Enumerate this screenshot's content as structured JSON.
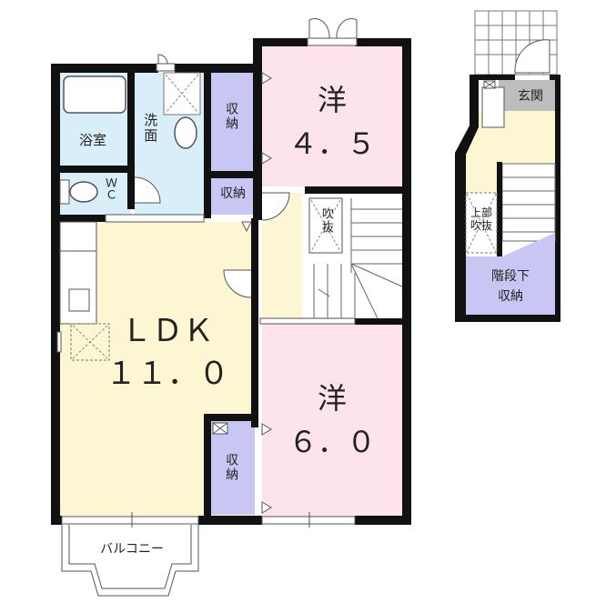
{
  "colors": {
    "wall": "#111111",
    "western_room": "#fde3ec",
    "ldk": "#fcf7d2",
    "storage": "#c8c6f2",
    "wet_area": "#d8effa",
    "entrance": "#bdbdbd",
    "hall": "#fcf7d2"
  },
  "main_floor": {
    "rooms": [
      {
        "id": "western-4-5",
        "type": "洋",
        "size": "4.5"
      },
      {
        "id": "western-6-0",
        "type": "洋",
        "size": "6.0"
      },
      {
        "id": "ldk",
        "type": "LDK",
        "size": "11.0"
      }
    ],
    "labels": {
      "ldk_type": "ＬＤＫ",
      "ldk_size": "１１．０",
      "w45_type": "洋",
      "w45_size": "４．５",
      "w60_type": "洋",
      "w60_size": "６．０",
      "bath": "浴室",
      "washroom": "洗面",
      "wc": "ＷＣ",
      "storage_top": "収納",
      "storage_mid": "収納",
      "storage_bottom": "収納",
      "void": "吹抜",
      "balcony": "バルコニー"
    }
  },
  "lower_floor": {
    "labels": {
      "entrance": "玄関",
      "upper_void": "上部吹抜",
      "under_stairs_storage_1": "階段下",
      "under_stairs_storage_2": "収納"
    }
  }
}
